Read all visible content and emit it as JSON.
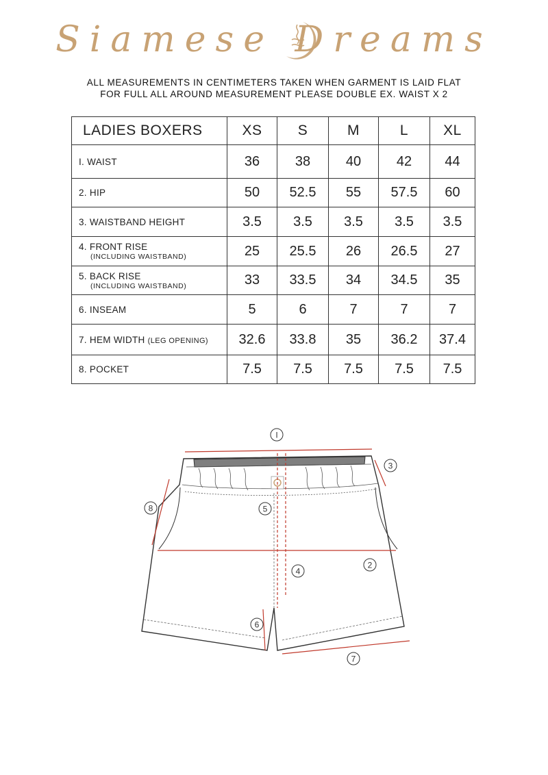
{
  "brand": {
    "name": "Siamese Dreams",
    "color": "#c8a274"
  },
  "notes": [
    "ALL MEASUREMENTS IN CENTIMETERS TAKEN WHEN GARMENT IS LAID FLAT",
    "FOR FULL ALL AROUND MEASUREMENT PLEASE DOUBLE EX. WAIST X 2"
  ],
  "table": {
    "title": "LADIES BOXERS",
    "sizes": [
      "XS",
      "S",
      "M",
      "L",
      "XL"
    ],
    "rows": [
      {
        "label": "I. WAIST",
        "sub": "",
        "values": [
          "36",
          "38",
          "40",
          "42",
          "44"
        ]
      },
      {
        "label": "2. HIP",
        "sub": "",
        "values": [
          "50",
          "52.5",
          "55",
          "57.5",
          "60"
        ]
      },
      {
        "label": "3. WAISTBAND HEIGHT",
        "sub": "",
        "values": [
          "3.5",
          "3.5",
          "3.5",
          "3.5",
          "3.5"
        ]
      },
      {
        "label": "4. FRONT RISE",
        "sub": "(INCLUDING WAISTBAND)",
        "values": [
          "25",
          "25.5",
          "26",
          "26.5",
          "27"
        ]
      },
      {
        "label": "5. BACK RISE",
        "sub": "(INCLUDING WAISTBAND)",
        "values": [
          "33",
          "33.5",
          "34",
          "34.5",
          "35"
        ]
      },
      {
        "label": "6. INSEAM",
        "sub": "",
        "values": [
          "5",
          "6",
          "7",
          "7",
          "7"
        ]
      },
      {
        "label": "7. HEM WIDTH",
        "label_suffix": "(LEG OPENING)",
        "sub": "",
        "values": [
          "32.6",
          "33.8",
          "35",
          "36.2",
          "37.4"
        ]
      },
      {
        "label": "8. POCKET",
        "sub": "",
        "values": [
          "7.5",
          "7.5",
          "7.5",
          "7.5",
          "7.5"
        ]
      }
    ]
  },
  "diagram": {
    "markers": [
      "I",
      "2",
      "3",
      "4",
      "5",
      "6",
      "7",
      "8"
    ],
    "line_color": "#c0392b"
  }
}
